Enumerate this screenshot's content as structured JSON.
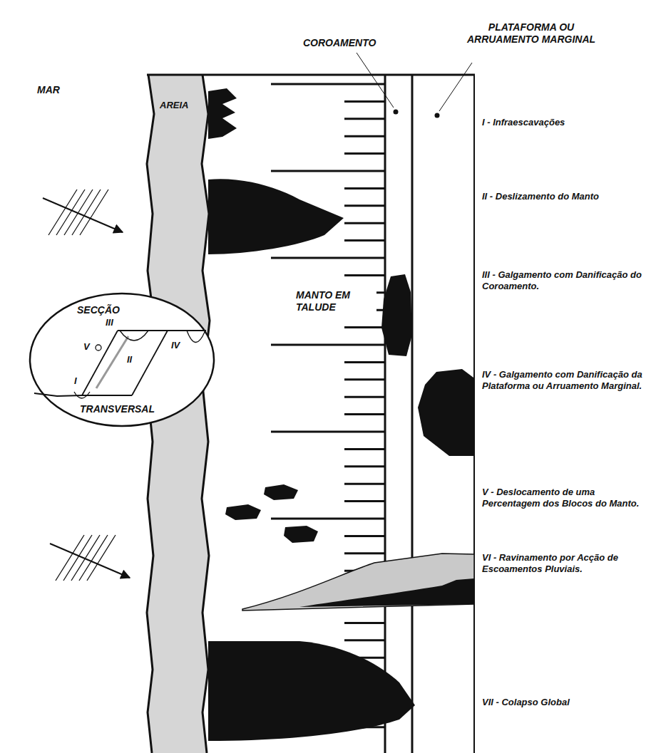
{
  "diagram": {
    "nodes": [
      {
        "text": [
          "SECÇÃO",
          "TRANSVERSAL"
        ]
      }
    ],
    "labels": [
      "COROAMENTO",
      "PLATAFORMA OU ARRUAMENTO MARGINAL",
      "AREIA",
      "MAR",
      "MANTO EM TALUDE",
      "III",
      "V",
      "I",
      "II",
      "IV",
      "I - Infraescavações",
      "II - Deslizamento do Manto",
      "III - Galgamento com Danificação do Coroamento.",
      "IV - Galgamento com Danificação da Plataforma ou Arruamento Marginal.",
      "V - Deslocamento de uma Percentagem dos Blocos do Manto.",
      "VI - Ravinamento por Acção de Escoamentos Pluviais.",
      "VII - Colapso Global"
    ]
  }
}
